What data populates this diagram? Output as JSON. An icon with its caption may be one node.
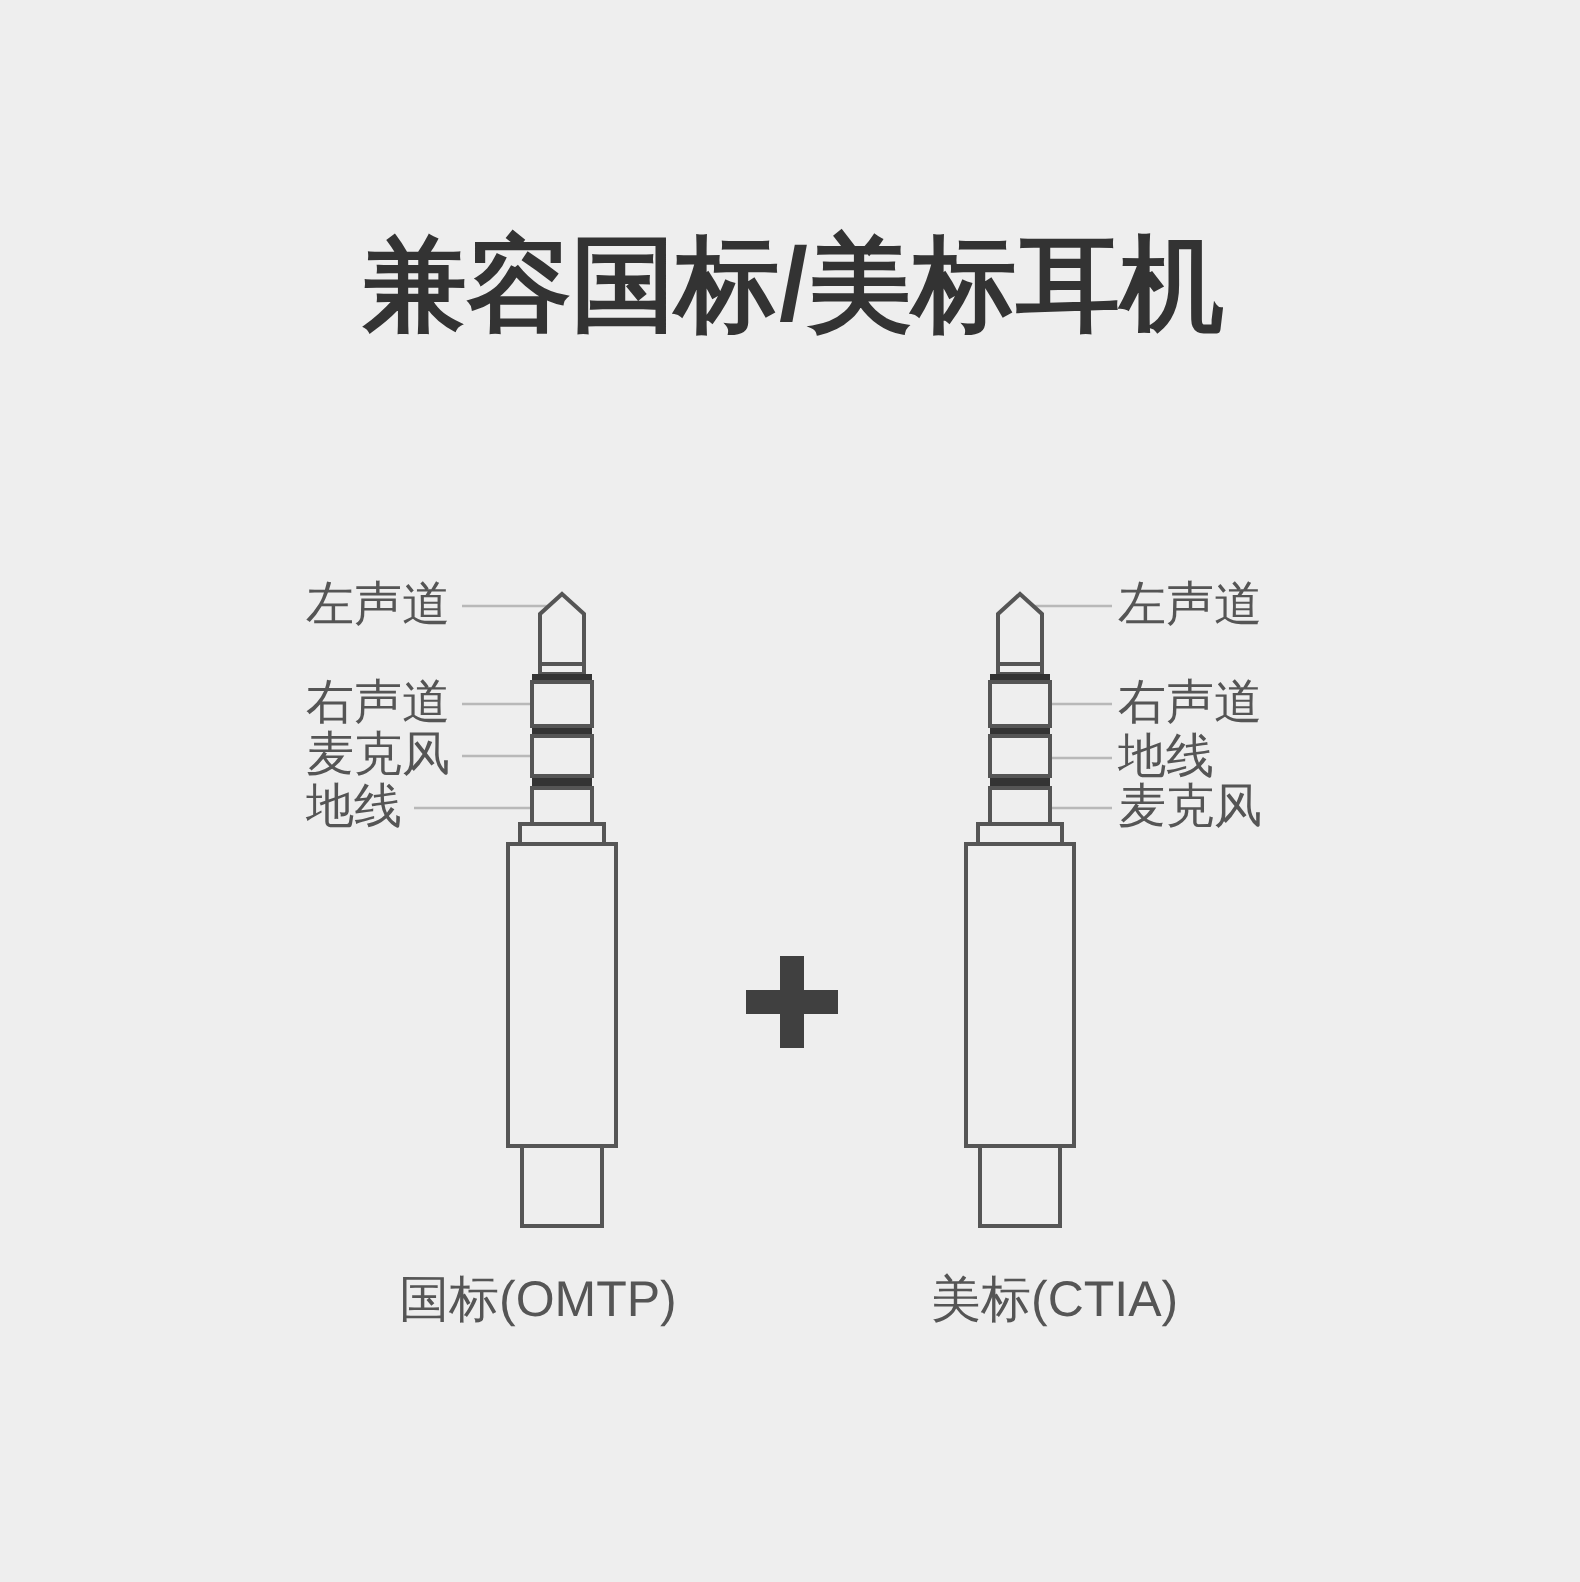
{
  "diagram": {
    "title": "兼容国标/美标耳机",
    "nodes": [
      {
        "text": [
          "左声道"
        ]
      },
      {
        "text": [
          "右声道"
        ]
      },
      {
        "text": [
          "麦克风"
        ]
      },
      {
        "text": [
          "地线"
        ]
      },
      {
        "text": [],
        "shape": "pentagon"
      },
      {
        "text": [],
        "shape": "box"
      },
      {
        "text": [],
        "shape": "box"
      },
      {
        "text": [],
        "shape": "box"
      },
      {
        "text": [],
        "shape": "pentagon"
      },
      {
        "text": [],
        "shape": "box"
      },
      {
        "text": [],
        "shape": "box"
      },
      {
        "text": [],
        "shape": "box"
      },
      {
        "text": [
          "左声道"
        ]
      },
      {
        "text": [
          "右声道"
        ]
      },
      {
        "text": [
          "地线"
        ]
      },
      {
        "text": [
          "麦克风"
        ]
      }
    ],
    "edges": [
      {
        "from": 0,
        "to": 4,
        "arrow": "none"
      },
      {
        "from": 1,
        "to": 5,
        "arrow": "none"
      },
      {
        "from": 2,
        "to": 6,
        "arrow": "none"
      },
      {
        "from": 3,
        "to": 7,
        "arrow": "none"
      },
      {
        "from": 12,
        "to": 8,
        "arrow": "none"
      },
      {
        "from": 13,
        "to": 9,
        "arrow": "none"
      },
      {
        "from": 14,
        "to": 10,
        "arrow": "none"
      },
      {
        "from": 15,
        "to": 11,
        "arrow": "none"
      }
    ],
    "labels": [
      "国标(OMTP)",
      "美标(CTIA)"
    ]
  }
}
